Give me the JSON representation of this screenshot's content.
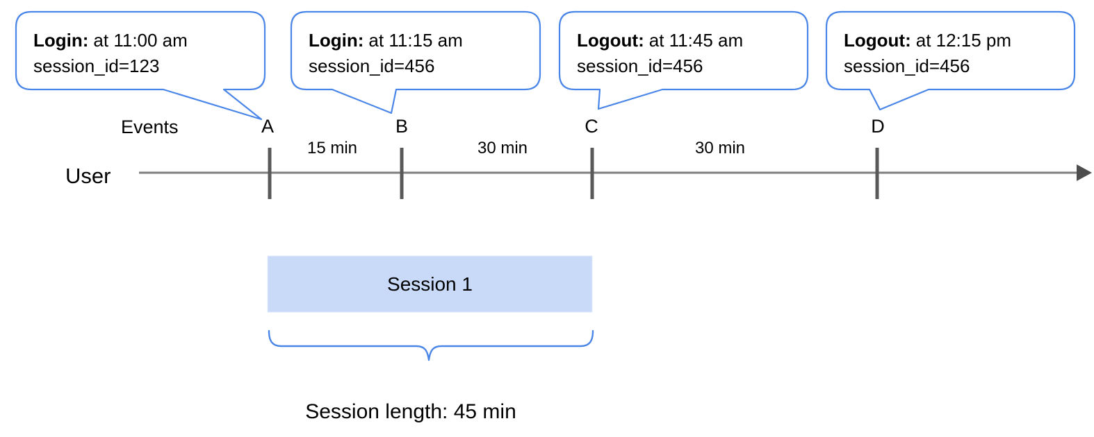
{
  "colors": {
    "accent_blue": "#4a86e8",
    "line_gray": "#7f7f7f",
    "tick_gray": "#595959",
    "arrow_gray": "#4d4d4d",
    "session_fill": "#c9daf8",
    "text_black": "#000000"
  },
  "bubbles": [
    {
      "label": "Login:",
      "time": "at 11:00 am",
      "session": "session_id=123",
      "points_to": "A"
    },
    {
      "label": "Login:",
      "time": "at 11:15 am",
      "session": "session_id=456",
      "points_to": "B"
    },
    {
      "label": "Logout:",
      "time": "at 11:45 am",
      "session": "session_id=456",
      "points_to": "C"
    },
    {
      "label": "Logout:",
      "time": "at 12:15 pm",
      "session": "session_id=456",
      "points_to": "D"
    }
  ],
  "timeline": {
    "events_label": "Events",
    "user_label": "User",
    "markers": [
      "A",
      "B",
      "C",
      "D"
    ],
    "intervals": [
      "15 min",
      "30 min",
      "30 min"
    ]
  },
  "session": {
    "box_label": "Session 1",
    "length_label": "Session length: 45 min"
  }
}
